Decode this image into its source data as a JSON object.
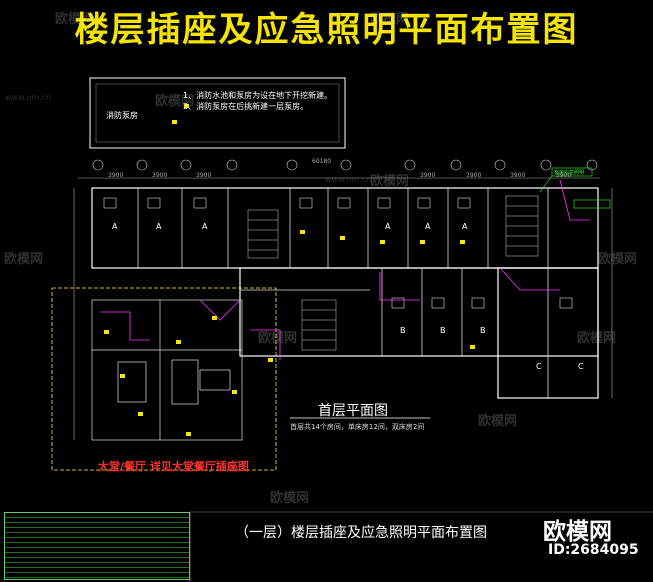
{
  "title": "楼层插座及应急照明平面布置图",
  "notes": [
    "1、消防水池和泵房为设在地下开挖新建。",
    "2、消防泵房在后挑新建一层泵房。"
  ],
  "pump_room_label": "消防泵房",
  "dimensions": [
    "3900",
    "3900",
    "3900",
    "60180",
    "3900",
    "3900",
    "3900",
    "3900"
  ],
  "room_letters": [
    "A",
    "A",
    "A",
    "A",
    "A",
    "A",
    "B",
    "B",
    "B",
    "C",
    "C"
  ],
  "green_note_label": "客房应急照明",
  "plan_title": "首层平面图",
  "plan_subtitle": "首层共14个房间，单床房12间，双床房2间",
  "detail_note": "大堂/餐厅  详见大堂餐厅插座图",
  "bottom_caption": "（一层）楼层插座及应急照明平面布置图",
  "logo": "欧模网",
  "id_text": "ID:2684095",
  "watermark_text": "欧模网",
  "watermark_url": "www.om.cn",
  "colors": {
    "title": "#f5e400",
    "walls": "#ffffff",
    "dashed": "#ffee44",
    "red_note": "#ff3030",
    "magenta": "#ff33ff",
    "green": "#33ff33"
  }
}
